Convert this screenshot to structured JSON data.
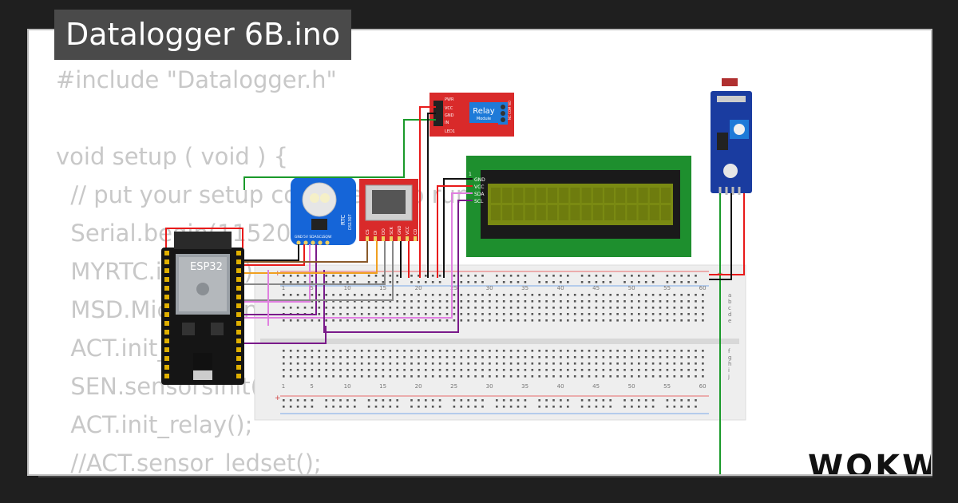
{
  "title": "Datalogger 6B.ino",
  "code_lines": [
    "#include \"Datalogger.h\"",
    "",
    "void setup ( void ) {",
    "  // put your setup code here, to run once:",
    "  Serial.begin(115200);",
    "  MYRTC.init_rtc();",
    "  MSD.MicroSD_init();",
    "  ACT.init_leds();",
    "  SEN.sensorsInit();",
    "  ACT.init_relay();",
    "  //ACT.sensor_ledset();"
  ],
  "components": {
    "esp32": {
      "label": "ESP32"
    },
    "rtc": {
      "label": "RTC",
      "model": "DS1307",
      "pins": [
        "GND",
        "5V",
        "SDA",
        "SCL",
        "SQW"
      ]
    },
    "sd": {
      "pins": [
        "CS",
        "DI",
        "DO",
        "SCK",
        "GND",
        "VCC",
        "CD"
      ]
    },
    "relay": {
      "label": "Relay",
      "sublabel": "Module",
      "pins": [
        "VCC",
        "GND",
        "IN"
      ],
      "leds": [
        "PWR",
        "LED1"
      ],
      "contacts": "NC COM NO"
    },
    "lcd": {
      "pins": [
        "GND",
        "VCC",
        "SDA",
        "SCL"
      ],
      "pin_one": "1"
    },
    "breadboard": {
      "column_numbers": [
        "1",
        "5",
        "10",
        "15",
        "20",
        "25",
        "30",
        "35",
        "40",
        "45",
        "50",
        "55",
        "60"
      ],
      "rows_top": [
        "a",
        "b",
        "c",
        "d",
        "e"
      ],
      "rows_bottom": [
        "f",
        "g",
        "h",
        "i",
        "j"
      ]
    }
  },
  "colors": {
    "wire_green": "#1a9a2a",
    "wire_red": "#e81a1a",
    "wire_black": "#111111",
    "wire_purple": "#7a1a8a",
    "wire_pink": "#e080e0",
    "wire_orange": "#f0a020",
    "wire_brown": "#8a5a2a",
    "wire_gray": "#888888",
    "lcd_bezel": "#1e8f2e",
    "relay_board": "#d92a2a",
    "rtc_board": "#1565d8",
    "sensor_board": "#1a3ca0"
  },
  "logo": "WOKWi"
}
